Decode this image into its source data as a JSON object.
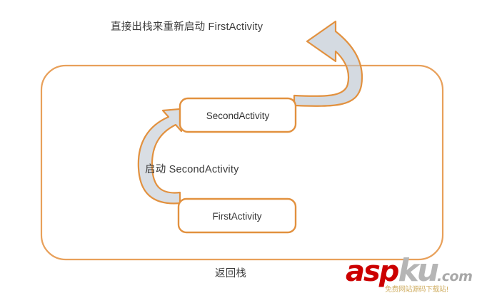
{
  "diagram": {
    "type": "activity-back-stack-diagram",
    "container": {
      "name": "back-stack-container",
      "caption": "返回栈"
    },
    "boxes": [
      {
        "id": "second-activity",
        "label": "SecondActivity"
      },
      {
        "id": "first-activity",
        "label": "FirstActivity"
      }
    ],
    "arrows": [
      {
        "id": "pop-to-first-activity",
        "label": "直接出栈来重新启动 FirstActivity",
        "from": "second-activity",
        "to": "out-of-stack",
        "style": "curved-block-arrow"
      },
      {
        "id": "start-second-activity",
        "label": "启动 SecondActivity",
        "from": "first-activity",
        "to": "second-activity",
        "style": "curved-block-arrow"
      }
    ],
    "colors": {
      "outline": "#E2913F",
      "outline_light": "#E8A05A",
      "arrow_fill": "#B9C3CE",
      "box_fill": "#FFFFFF",
      "text": "#3C3C3C",
      "background": "#FFFFFF"
    }
  },
  "watermark": {
    "brand_asp": "asp",
    "brand_ku": "ku",
    "brand_tld": ".com",
    "tagline": "免费网站源码下载站!",
    "color_asp": "#CC0000",
    "color_ku": "#B5B5B5"
  }
}
